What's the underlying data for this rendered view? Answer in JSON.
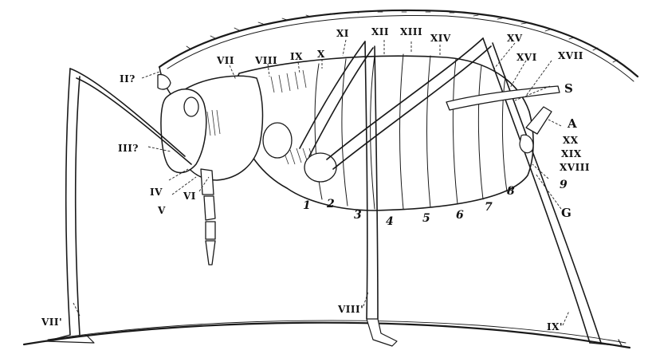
{
  "labels": {
    "head": [
      "II?",
      "III?",
      "IV",
      "V",
      "VI"
    ],
    "tergites": [
      "VII",
      "VIII",
      "IX",
      "X",
      "XI",
      "XII",
      "XIII",
      "XIV",
      "XV",
      "XVI",
      "XVII"
    ],
    "terminal": [
      "S",
      "A",
      "XX",
      "XIX",
      "XVIII",
      "9",
      "G"
    ],
    "sternites": [
      "1",
      "2",
      "3",
      "4",
      "5",
      "6",
      "7",
      "8"
    ],
    "legs": [
      "VII'",
      "VIII'",
      "IX'"
    ]
  }
}
